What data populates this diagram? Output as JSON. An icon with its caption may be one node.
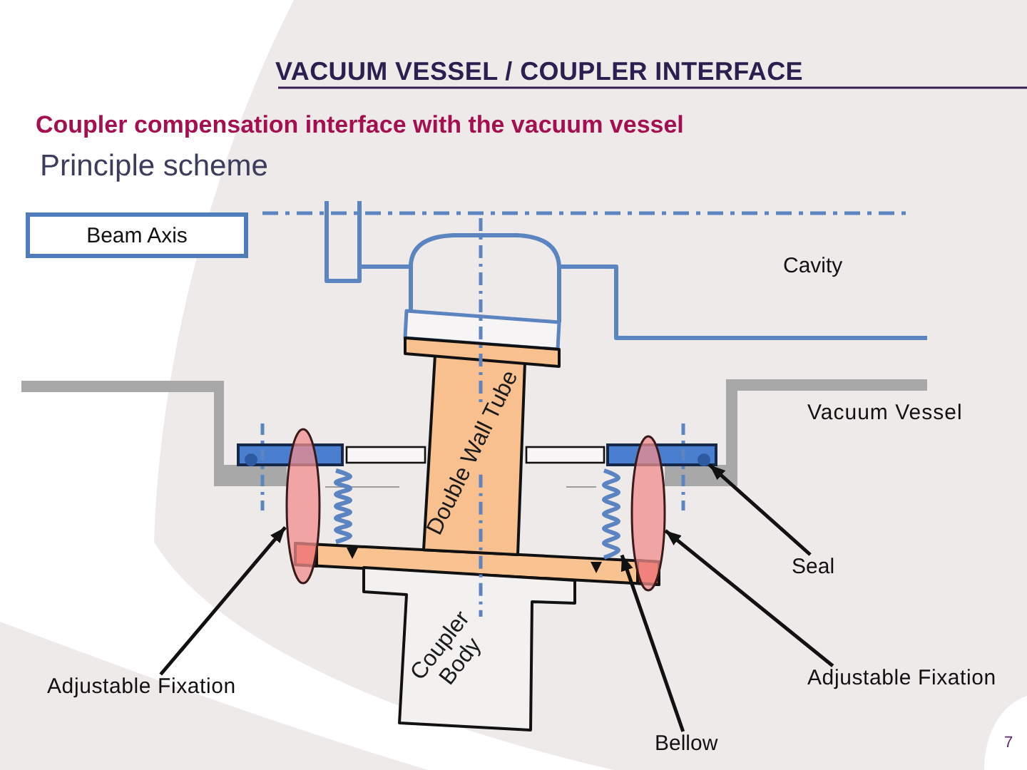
{
  "diagram": {
    "title": "VACUUM VESSEL / COUPLER INTERFACE",
    "nodes": [
      {
        "text": [
          "Beam Axis"
        ]
      },
      {
        "text": [
          "Double Wall Tube"
        ]
      },
      {
        "text": [],
        "shape": "ellipse"
      },
      {
        "text": [],
        "shape": "circle"
      },
      {
        "text": [],
        "shape": "spring"
      },
      {
        "text": [],
        "shape": "ellipse"
      },
      {
        "text": [
          "Seal"
        ]
      },
      {
        "text": [
          "Coupler Body"
        ]
      },
      {
        "text": [
          "Adjustable Fixation"
        ]
      },
      {
        "text": [
          "Adjustable Fixation"
        ]
      },
      {
        "text": [
          "Bellow"
        ]
      }
    ],
    "edges": [
      {
        "from": 8,
        "to": 2,
        "arrow": "to"
      },
      {
        "from": 6,
        "to": 3,
        "arrow": "to"
      },
      {
        "from": 9,
        "to": 5,
        "arrow": "to"
      },
      {
        "from": 10,
        "to": 4,
        "arrow": "to"
      }
    ],
    "labels": [
      "Coupler compensation interface with the vacuum vessel",
      "Principle scheme",
      "Cavity",
      "Vacuum Vessel",
      "7"
    ]
  }
}
